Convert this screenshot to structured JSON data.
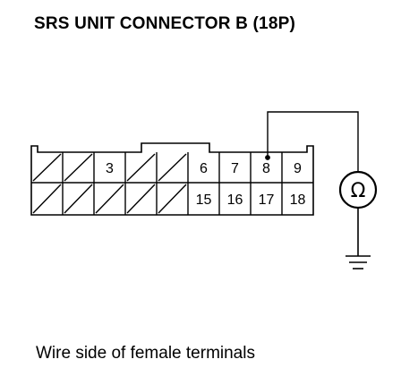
{
  "title": "SRS UNIT CONNECTOR B (18P)",
  "caption": "Wire side of female terminals",
  "connector": {
    "top_row": [
      "",
      "",
      "3",
      "",
      "",
      "6",
      "7",
      "8",
      "9"
    ],
    "bottom_row": [
      "",
      "",
      "",
      "",
      "",
      "15",
      "16",
      "17",
      "18"
    ]
  },
  "meter": {
    "symbol": "Ω",
    "name": "ohmmeter"
  },
  "ground": {
    "name": "ground"
  }
}
